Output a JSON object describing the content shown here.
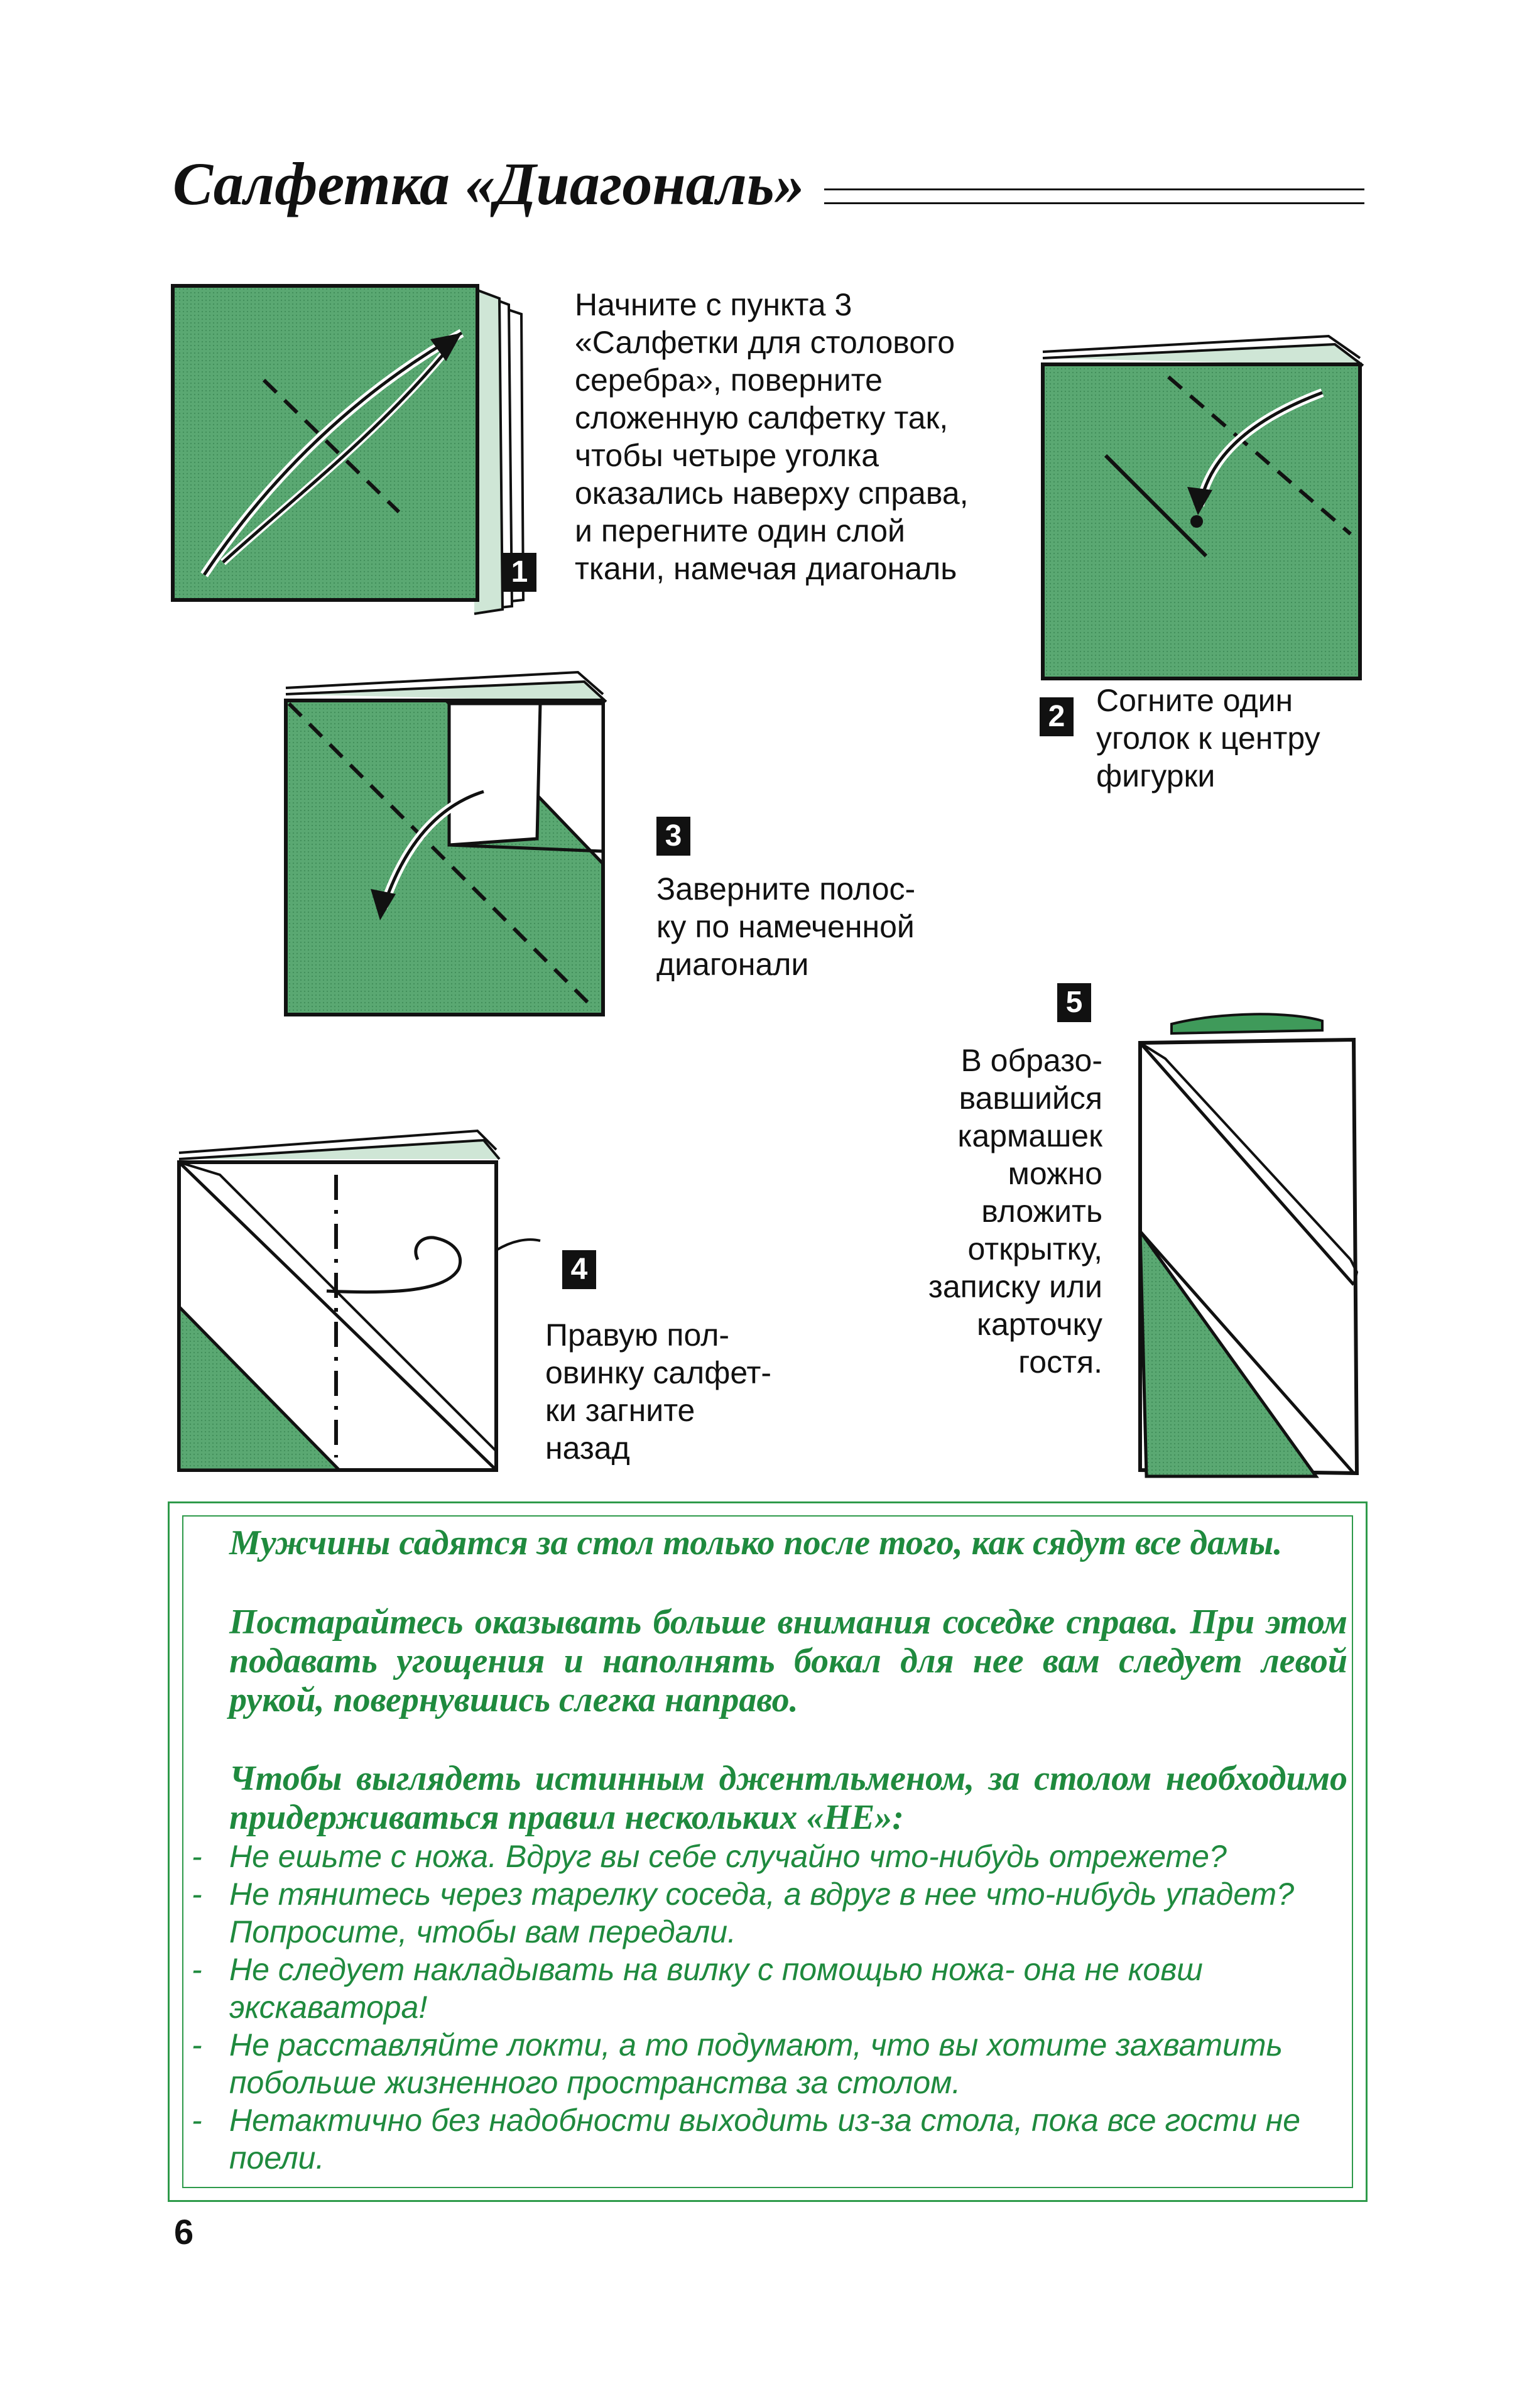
{
  "title": "Салфетка «Диагональ»",
  "steps": [
    {
      "number": "1",
      "lines": [
        "Начните с пункта 3",
        "«Салфетки для столового",
        "серебра», поверните",
        "сложенную салфетку так,",
        "чтобы четыре уголка",
        "оказались наверху справа,",
        "и перегните один слой",
        "ткани, намечая диагональ"
      ]
    },
    {
      "number": "2",
      "lines": [
        "Согните один",
        "уголок к центру",
        "фигурки"
      ]
    },
    {
      "number": "3",
      "lines": [
        "Заверните полос-",
        "ку по намеченной",
        "диагонали"
      ]
    },
    {
      "number": "4",
      "lines": [
        "Правую пол-",
        "овинку салфет-",
        "ки загните",
        "назад"
      ]
    },
    {
      "number": "5",
      "lines": [
        "В образо-",
        "вавшийся",
        "кармашек",
        "можно",
        "вложить",
        "открытку,",
        "записку или",
        "карточку",
        "гостя."
      ]
    }
  ],
  "tips": {
    "paragraph1": "Мужчины садятся за стол только после того, как сядут все дамы.",
    "paragraph2": "Постарайтесь оказывать больше внимания соседке справа. При этом подавать угощения и наполнять бокал для нее вам следует левой рукой, повернувшись слегка направо.",
    "paragraph3": "Чтобы выглядеть истинным джентльменом, за столом необходимо придерживаться правил нескольких «НЕ»:",
    "rules": [
      "Не ешьте с ножа. Вдруг вы себе случайно что-нибудь отрежете?",
      "Не тянитесь через тарелку соседа, а вдруг в нее что-нибудь упадет? Попросите, чтобы вам передали.",
      "Не следует накладывать на вилку с помощью ножа- она не ковш экскаватора!",
      "Не расставляйте локти, а то подумают, что вы хотите захватить побольше жизненного пространства за столом.",
      "Нетактично без надобности выходить из-за стола, пока все гости не поели."
    ]
  },
  "page_number": "6",
  "colors": {
    "napkin_green": "#5aa872",
    "text_green": "#1f8a3e",
    "border_green": "#2e9a4a"
  }
}
